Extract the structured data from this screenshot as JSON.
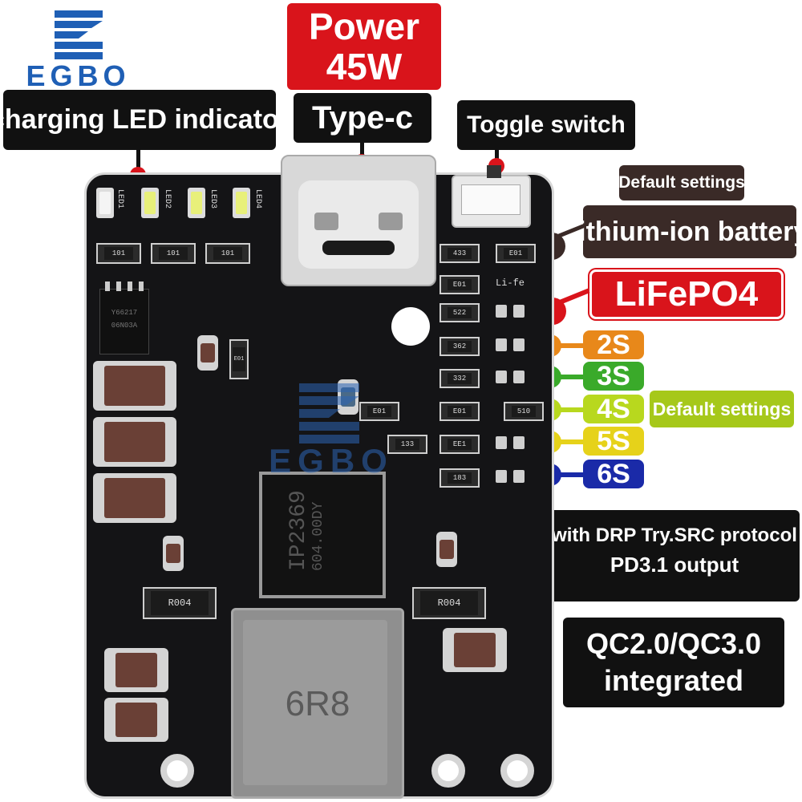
{
  "brand": {
    "name": "EGBO",
    "watermark": "EGBO"
  },
  "labels": {
    "power": "Power\n45W",
    "power_line1": "Power",
    "power_line2": "45W",
    "led_indicator": "charging LED indicator",
    "type_c": "Type-c",
    "toggle_switch": "Toggle switch",
    "default_settings_top": "Default settings",
    "lithium_ion": "lithium-ion battery",
    "lifepo4": "LiFePO4",
    "default_settings_right": "Default settings",
    "drp_line1": "with DRP Try.SRC protocol",
    "drp_line2": "PD3.1 output",
    "qc_line1": "QC2.0/QC3.0",
    "qc_line2": "integrated"
  },
  "cells": [
    {
      "label": "2S",
      "color": "#e8881a"
    },
    {
      "label": "3S",
      "color": "#3aaa2a"
    },
    {
      "label": "4S",
      "color": "#b8d81e"
    },
    {
      "label": "5S",
      "color": "#e6d21a"
    },
    {
      "label": "6S",
      "color": "#1a2aa8"
    }
  ],
  "board_marks": {
    "chip": "IP2369",
    "chip_code": "604.00DY",
    "inductor": "6R8",
    "mosfet": "Y66217",
    "mosfet2": "06N03A",
    "led1": "LED1",
    "led2": "LED2",
    "led3": "LED3",
    "led4": "LED4",
    "r1": "R004",
    "r2": "R004",
    "lifepo_mark": "Li-fe",
    "res_101a": "101",
    "res_101b": "101",
    "res_101c": "101",
    "res_433": "433",
    "res_e01a": "E01",
    "res_e01b": "E01",
    "res_522": "522",
    "res_362": "362",
    "res_332": "332",
    "res_e01c": "E01",
    "res_e01d": "E01",
    "res_510": "510",
    "res_133": "133",
    "res_ee1": "EE1",
    "res_183": "183",
    "res_e01e": "E01"
  },
  "colors": {
    "brand_blue": "#1f5fb5",
    "label_black": "#111111",
    "label_red": "#d9141b",
    "label_brown": "#3a2a27",
    "default_green": "#a6c81a"
  }
}
